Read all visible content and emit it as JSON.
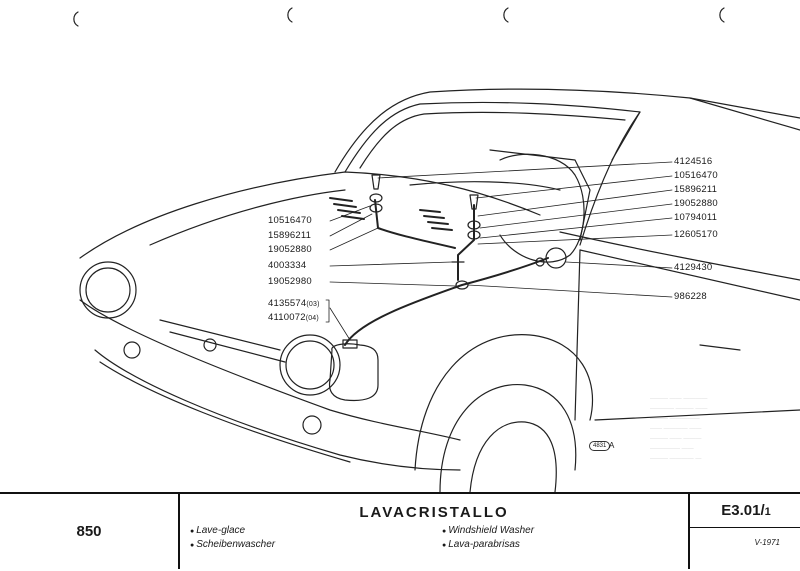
{
  "diagram": {
    "parts_right": [
      "4124516",
      "10516470",
      "15896211",
      "19052880",
      "10794011",
      "12605170",
      "4129430",
      "986228"
    ],
    "parts_left": [
      "10516470",
      "15896211",
      "19052880",
      "4003334",
      "19052980"
    ],
    "parts_tank": [
      {
        "number": "4135574",
        "note": "(03)"
      },
      {
        "number": "4110072",
        "note": "(04)"
      }
    ],
    "figure_ref": "4831",
    "figure_letter": "A"
  },
  "footer": {
    "model": "850",
    "title": "LAVACRISTALLO",
    "languages_left": [
      "Lave-glace",
      "Scheibenwascher"
    ],
    "languages_right": [
      "Windshield Washer",
      "Lava-parabrisas"
    ],
    "code_main": "E3.01/",
    "code_sub": "1",
    "date": "V-1971"
  }
}
